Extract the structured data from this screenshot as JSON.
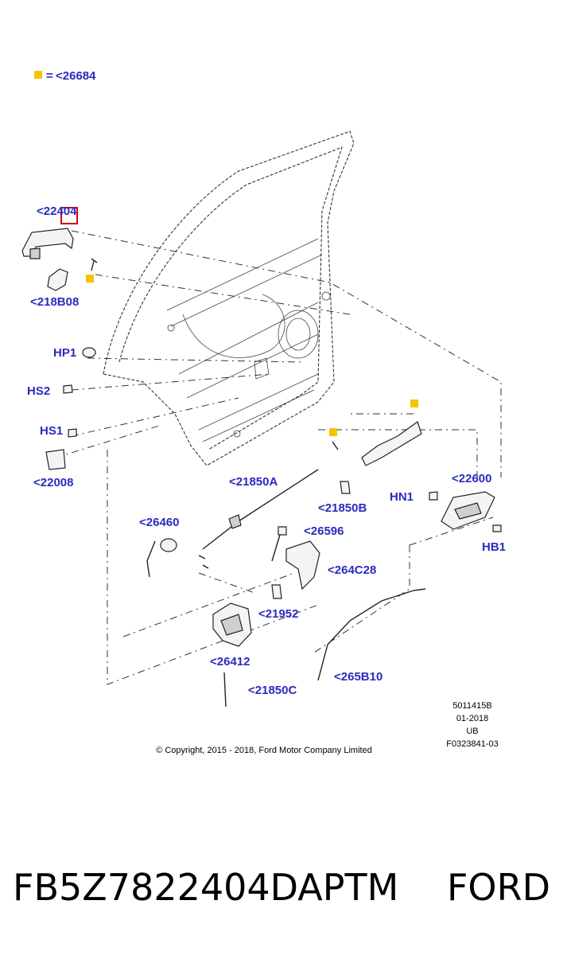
{
  "legend": {
    "equals": "=",
    "ref": "<26684",
    "marker_color": "#f5c400"
  },
  "labels": {
    "l22404": "<22404",
    "l218B08": "<218B08",
    "lHP1": "HP1",
    "lHS2": "HS2",
    "lHS1": "HS1",
    "l22008": "<22008",
    "l21850A": "<21850A",
    "l21850B": "<21850B",
    "lHN1": "HN1",
    "l22600": "<22600",
    "lHB1": "HB1",
    "l26460": "<26460",
    "l26596": "<26596",
    "l264C28": "<264C28",
    "l21952": "<21952",
    "l26412": "<26412",
    "l265B10": "<265B10",
    "l21850C": "<21850C"
  },
  "info": {
    "line1": "5011415B",
    "line2": "01-2018",
    "line3": "UB",
    "line4": "F0323841-03"
  },
  "copyright": "© Copyright, 2015 - 2018, Ford Motor Company Limited",
  "footer": {
    "part_number": "FB5Z7822404DAPTM",
    "brand": "FORD"
  },
  "colors": {
    "label": "#2b2bbf",
    "highlight_box": "#d0021b",
    "marker": "#f5c400"
  }
}
